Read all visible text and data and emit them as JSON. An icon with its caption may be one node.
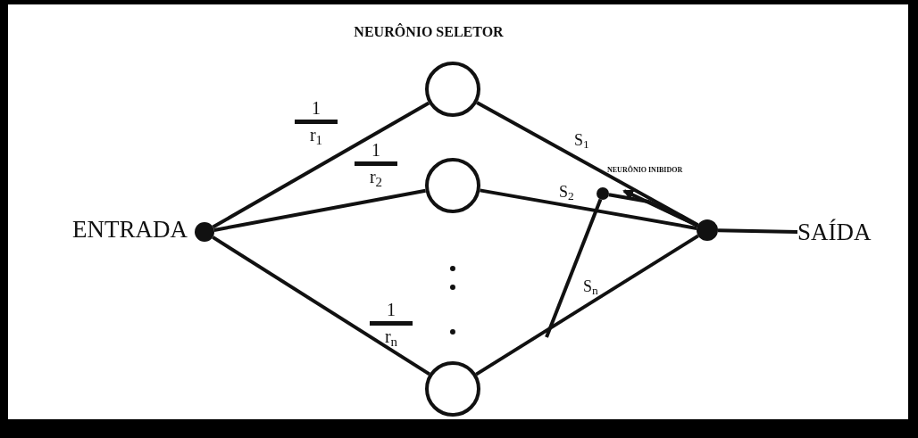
{
  "diagram": {
    "nodes": [
      {
        "text": [],
        "shape": "circle",
        "beside": [
          "ENTRADA"
        ]
      },
      {
        "text": [],
        "shape": "circle",
        "beside": [
          "NEURÔNIO SELETOR"
        ]
      },
      {
        "text": [],
        "shape": "circle"
      },
      {
        "text": [],
        "shape": "circle"
      },
      {
        "text": [],
        "shape": "circle",
        "beside": [
          "NEURÔNIO INIBIDOR"
        ]
      },
      {
        "text": [],
        "shape": "circle"
      },
      {
        "text": [
          "SAÍDA"
        ]
      }
    ],
    "edges": [
      {
        "from": 0,
        "to": 1,
        "arrow": "none"
      },
      {
        "from": 0,
        "to": 2,
        "arrow": "none"
      },
      {
        "from": 0,
        "to": 3,
        "arrow": "none"
      },
      {
        "from": 1,
        "to": 5,
        "arrow": "none",
        "label": "S$_{1}$"
      },
      {
        "from": 2,
        "to": 5,
        "arrow": "none",
        "label": "S$_{2}$"
      },
      {
        "from": 3,
        "to": 5,
        "arrow": "none",
        "label": "S$_{n}$"
      },
      {
        "from": 5,
        "to": 6,
        "arrow": "none"
      },
      {
        "from": null,
        "to": 4,
        "arrow": "none"
      },
      {
        "from": 4,
        "to": 5,
        "arrow": "none"
      },
      {
        "from": 5,
        "to": 4,
        "arrow": "to"
      }
    ],
    "labels": [
      "1",
      "r$_{1}$",
      "1",
      "r$_{2}$",
      "1",
      "r$_{n}$"
    ]
  }
}
